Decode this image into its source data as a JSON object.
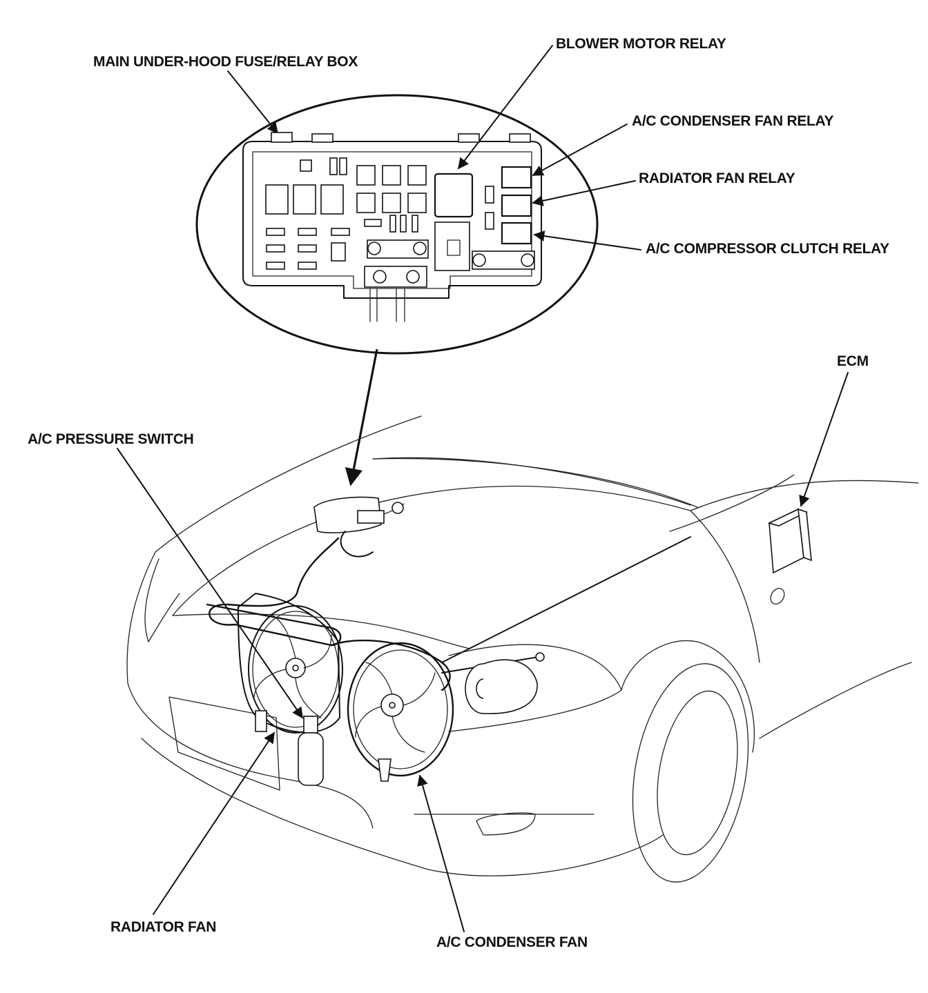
{
  "labels": {
    "fuse_box": "MAIN UNDER-HOOD FUSE/RELAY BOX",
    "blower_relay": "BLOWER MOTOR RELAY",
    "condenser_relay": "A/C CONDENSER FAN RELAY",
    "radiator_relay": "RADIATOR FAN RELAY",
    "compressor_relay": "A/C COMPRESSOR CLUTCH RELAY",
    "ecm": "ECM",
    "pressure_switch": "A/C PRESSURE SWITCH",
    "radiator_fan": "RADIATOR FAN",
    "condenser_fan": "A/C CONDENSER FAN"
  },
  "colors": {
    "ink": "#111111",
    "paper": "#ffffff"
  }
}
